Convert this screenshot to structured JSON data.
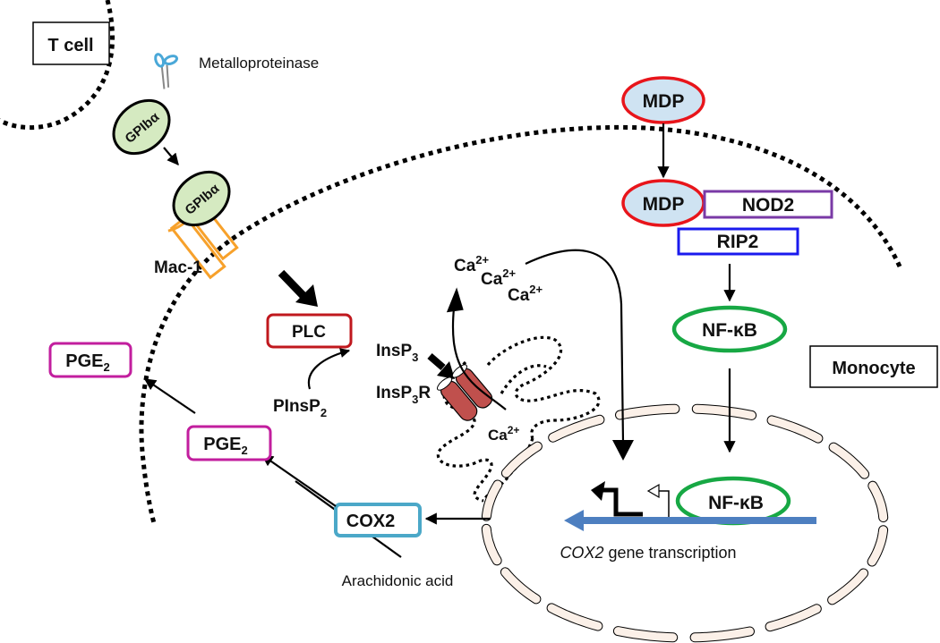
{
  "title": "GPIbα–Mac-1 signaling induces COX2 / PGE2 in monocytes",
  "cells": {
    "t_cell": "T cell",
    "monocyte": "Monocyte"
  },
  "labels": {
    "metalloproteinase": "Metalloproteinase",
    "gpiba_shed": "GPIbα",
    "gpiba_bound": "GPIbα",
    "mac1": "Mac-1",
    "plc": "PLC",
    "insp3": "InsP",
    "insp3_sub": "3",
    "pinsp2": "PInsP",
    "pinsp2_sub": "2",
    "insp3r": "InsP",
    "insp3r_sub": "3",
    "insp3r_suffix": "R",
    "ca": "Ca",
    "ca_sup": "2+",
    "pge2_outer": "PGE",
    "pge2_outer_sub": "2",
    "pge2_inner": "PGE",
    "pge2_inner_sub": "2",
    "cox2": "COX2",
    "arachidonic_acid": "Arachidonic acid",
    "mdp_outer": "MDP",
    "mdp_inner": "MDP",
    "nod2": "NOD2",
    "rip2": "RIP2",
    "nfkb_cyto": "NF-κB",
    "nfkb_nuc": "NF-κB",
    "gene_italic": "COX2",
    "gene_rest": " gene transcription"
  },
  "colors": {
    "gpiba_fill": "#d5eac1",
    "mac1": "#f7a12b",
    "plc": "#c0181e",
    "pge2": "#c21e9e",
    "cox2": "#4ba8c8",
    "mdp_border": "#e8151b",
    "mdp_fill": "#cfe3f2",
    "nod2": "#7a3aa6",
    "rip2": "#1a1aee",
    "nfkb": "#17a844",
    "dna": "#4d7fc0",
    "channel": "#c0504d",
    "nuclear_envelope": "#fbf0e8",
    "scissors": "#4aa8d8"
  }
}
